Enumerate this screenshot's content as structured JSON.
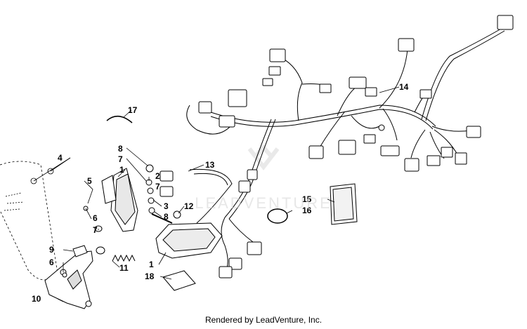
{
  "diagram": {
    "callouts": [
      "1",
      "2",
      "3",
      "4",
      "5",
      "6",
      "7",
      "8",
      "9",
      "10",
      "11",
      "12",
      "13",
      "14",
      "15",
      "16",
      "17",
      "18"
    ],
    "footer": "Rendered by LeadVenture, Inc.",
    "watermark": "LEADVENTURE"
  }
}
